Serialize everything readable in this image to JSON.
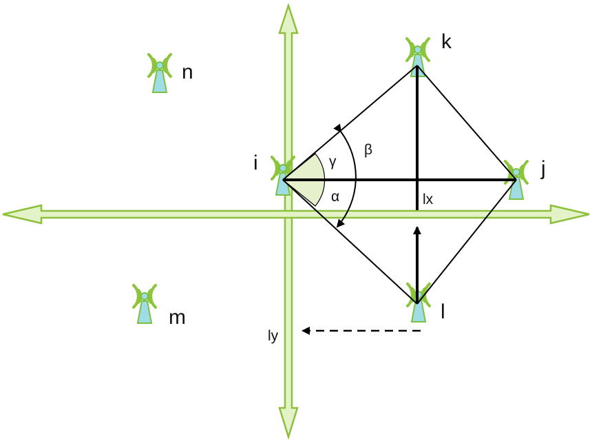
{
  "diagram": {
    "nodes": {
      "i": {
        "label": "i"
      },
      "j": {
        "label": "j"
      },
      "k": {
        "label": "k"
      },
      "l": {
        "label": "l"
      },
      "m": {
        "label": "m"
      },
      "n": {
        "label": "n"
      }
    },
    "angles": {
      "alpha": "α",
      "beta": "β",
      "gamma": "γ"
    },
    "projections": {
      "lx": "lx",
      "ly": "ly"
    },
    "icon": "wireless-tower-icon",
    "colors": {
      "axis_fill": "#e4f2c8",
      "axis_stroke": "#8cbf3a",
      "wave": "#8cc43c",
      "tower_fill": "#9fdce6",
      "tower_stroke": "#7ac142",
      "angle_fill": "#e6f0cc",
      "line": "#000000"
    }
  }
}
